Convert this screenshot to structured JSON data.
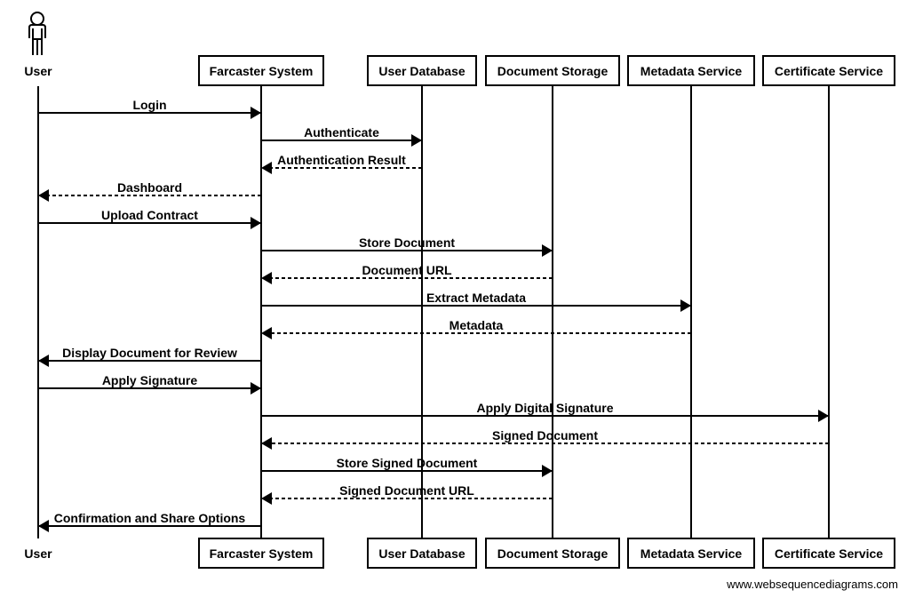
{
  "participants": [
    {
      "id": "user",
      "label": "User",
      "type": "actor"
    },
    {
      "id": "farcaster",
      "label": "Farcaster System",
      "type": "box"
    },
    {
      "id": "userdb",
      "label": "User Database",
      "type": "box"
    },
    {
      "id": "docstore",
      "label": "Document Storage",
      "type": "box"
    },
    {
      "id": "metadata",
      "label": "Metadata Service",
      "type": "box"
    },
    {
      "id": "cert",
      "label": "Certificate Service",
      "type": "box"
    }
  ],
  "messages": [
    {
      "from": "user",
      "to": "farcaster",
      "label": "Login",
      "style": "solid"
    },
    {
      "from": "farcaster",
      "to": "userdb",
      "label": "Authenticate",
      "style": "solid"
    },
    {
      "from": "userdb",
      "to": "farcaster",
      "label": "Authentication Result",
      "style": "dashed"
    },
    {
      "from": "farcaster",
      "to": "user",
      "label": "Dashboard",
      "style": "dashed"
    },
    {
      "from": "user",
      "to": "farcaster",
      "label": "Upload Contract",
      "style": "solid"
    },
    {
      "from": "farcaster",
      "to": "docstore",
      "label": "Store Document",
      "style": "solid"
    },
    {
      "from": "docstore",
      "to": "farcaster",
      "label": "Document URL",
      "style": "dashed"
    },
    {
      "from": "farcaster",
      "to": "metadata",
      "label": "Extract Metadata",
      "style": "solid"
    },
    {
      "from": "metadata",
      "to": "farcaster",
      "label": "Metadata",
      "style": "dashed"
    },
    {
      "from": "farcaster",
      "to": "user",
      "label": "Display Document for Review",
      "style": "solid"
    },
    {
      "from": "user",
      "to": "farcaster",
      "label": "Apply Signature",
      "style": "solid"
    },
    {
      "from": "farcaster",
      "to": "cert",
      "label": "Apply Digital Signature",
      "style": "solid"
    },
    {
      "from": "cert",
      "to": "farcaster",
      "label": "Signed Document",
      "style": "dashed"
    },
    {
      "from": "farcaster",
      "to": "docstore",
      "label": "Store Signed Document",
      "style": "solid"
    },
    {
      "from": "docstore",
      "to": "farcaster",
      "label": "Signed Document URL",
      "style": "dashed"
    },
    {
      "from": "farcaster",
      "to": "user",
      "label": "Confirmation and Share Options",
      "style": "solid"
    }
  ],
  "watermark": "www.websequencediagrams.com"
}
